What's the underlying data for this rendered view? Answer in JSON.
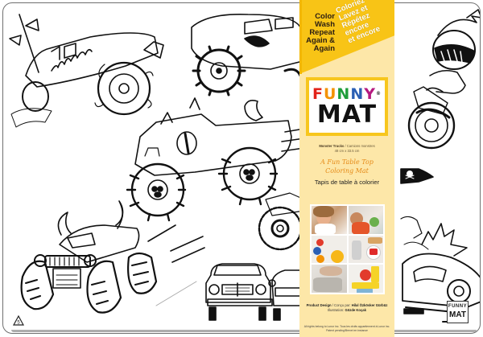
{
  "product": {
    "brand_line1": "FUNNY",
    "brand_line2": "MAT",
    "registered": "®",
    "header": {
      "english_lines": [
        "Color",
        "Wash",
        "Repeat",
        "Again &",
        "Again"
      ],
      "french_lines": [
        "Coloriez",
        "Lavez et",
        "Répétez",
        "encore",
        "et encore"
      ],
      "banner_color": "#f8c416",
      "panel_color": "#fde7a8"
    },
    "info": {
      "title": "Monster Trucks",
      "title_fr": " / Camions monstres",
      "size": "48 cm x 33.5 cm"
    },
    "tagline_lines": [
      "A Fun Table Top",
      "Coloring Mat"
    ],
    "french_subtitle": "Tapis de table à colorier",
    "photos": [
      {
        "name": "photo-girl-coloring"
      },
      {
        "name": "photo-boy-coloring"
      },
      {
        "name": "photo-paints-mat"
      },
      {
        "name": "photo-colored-truck"
      },
      {
        "name": "photo-washing-mat"
      },
      {
        "name": "photo-excavator-drawing"
      }
    ],
    "credits": {
      "design_label": "Product Design",
      "design_label_fr": " / Conçu par: ",
      "designer": "Hilal Özkösker Gürbüz",
      "illustration_label": "Illustration: ",
      "illustrator": "Gözde Koçak"
    },
    "copyright_lines": [
      "All rights belong to Lunor inc. Tous les droits appartiennent à Lunor inc.",
      "Patent pending/Brevet en instance"
    ],
    "mini_logo": {
      "line1": "FUNNY",
      "line2": "MAT"
    },
    "recycle_code": "5"
  },
  "illustrations": [
    "monster-truck-flames-horns",
    "monster-truck-shark-face",
    "helmet-rider-motorbike",
    "monster-truck-cat-paws",
    "pirate-flag",
    "monster-truck-bull-horns",
    "loose-tire-paw",
    "monster-truck-gear-wheel",
    "classic-car-front",
    "muscle-car-front",
    "crash-car-explosion"
  ]
}
